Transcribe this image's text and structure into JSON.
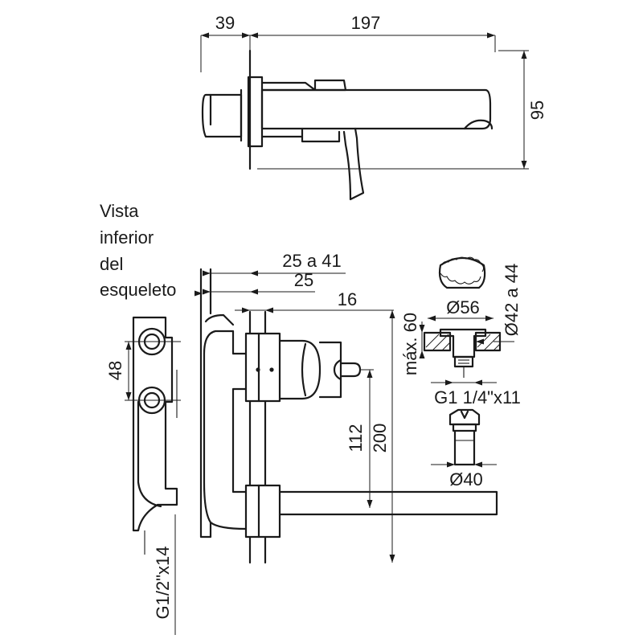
{
  "note": {
    "lines": [
      "Vista",
      "inferior",
      "del",
      "esqueleto"
    ]
  },
  "dimensions": {
    "top_wall_depth": "39",
    "top_spout_length": "197",
    "top_height": "95",
    "range_25_41": "25 a 41",
    "d25": "25",
    "d16": "16",
    "d48": "48",
    "d112": "112",
    "d200": "200",
    "thread_half": "G1/2\"x14",
    "max60": "máx. 60",
    "dia56": "Ø56",
    "dia42_44": "Ø42 a 44",
    "thread_1_1_4": "G1 1/4\"x11",
    "dia40": "Ø40"
  }
}
